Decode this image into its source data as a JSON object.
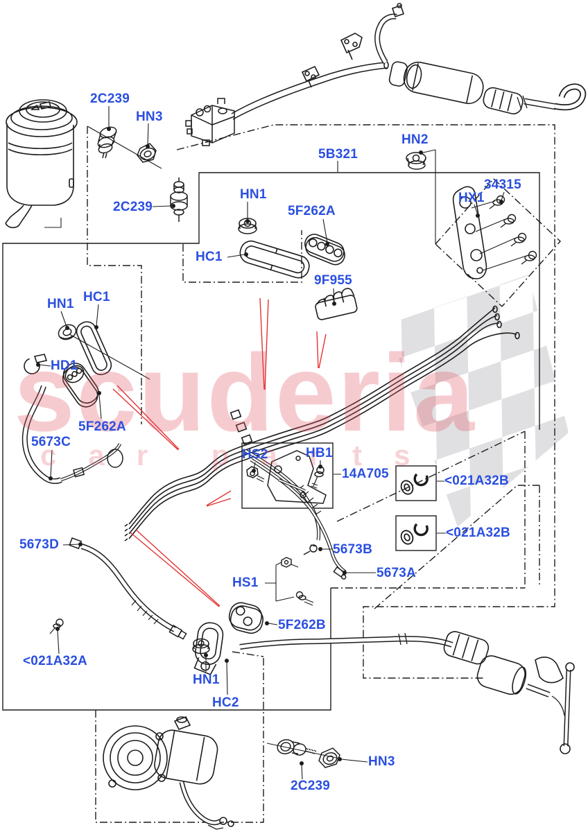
{
  "watermark": {
    "brand": "scuderia",
    "sub": "car parts"
  },
  "colors": {
    "label_blue": "#2a4fe0",
    "line_black": "#1c1c1c",
    "leader_red": "#e33232",
    "watermark_pink": "#f2b4b9",
    "checker_gray": "#c6c6ca"
  },
  "labels": [
    {
      "id": "c2239-top",
      "text": "2C239"
    },
    {
      "id": "hn3-top",
      "text": "HN3"
    },
    {
      "id": "b5321",
      "text": "5B321"
    },
    {
      "id": "hn2",
      "text": "HN2"
    },
    {
      "id": "p34315",
      "text": "34315"
    },
    {
      "id": "hx1",
      "text": "HX1"
    },
    {
      "id": "c2239-mid",
      "text": "2C239"
    },
    {
      "id": "hn1-top",
      "text": "HN1"
    },
    {
      "id": "f262a-top",
      "text": "5F262A"
    },
    {
      "id": "hc1-top",
      "text": "HC1"
    },
    {
      "id": "f955",
      "text": "9F955"
    },
    {
      "id": "hn1-left",
      "text": "HN1"
    },
    {
      "id": "hc1-left",
      "text": "HC1"
    },
    {
      "id": "hd1",
      "text": "HD1"
    },
    {
      "id": "f262a-left",
      "text": "5F262A"
    },
    {
      "id": "c5673c",
      "text": "5673C"
    },
    {
      "id": "hs2",
      "text": "HS2"
    },
    {
      "id": "hb1",
      "text": "HB1"
    },
    {
      "id": "a14705",
      "text": "14A705"
    },
    {
      "id": "a32b-1",
      "text": "<021A32B"
    },
    {
      "id": "a32b-2",
      "text": "<021A32B"
    },
    {
      "id": "c5673d",
      "text": "5673D"
    },
    {
      "id": "c5673b",
      "text": "5673B"
    },
    {
      "id": "c5673a",
      "text": "5673A"
    },
    {
      "id": "hs1",
      "text": "HS1"
    },
    {
      "id": "f262b",
      "text": "5F262B"
    },
    {
      "id": "a32a",
      "text": "<021A32A"
    },
    {
      "id": "hn1-bot",
      "text": "HN1"
    },
    {
      "id": "hc2",
      "text": "HC2"
    },
    {
      "id": "hn3-bot",
      "text": "HN3"
    },
    {
      "id": "c2239-bot",
      "text": "2C239"
    }
  ]
}
